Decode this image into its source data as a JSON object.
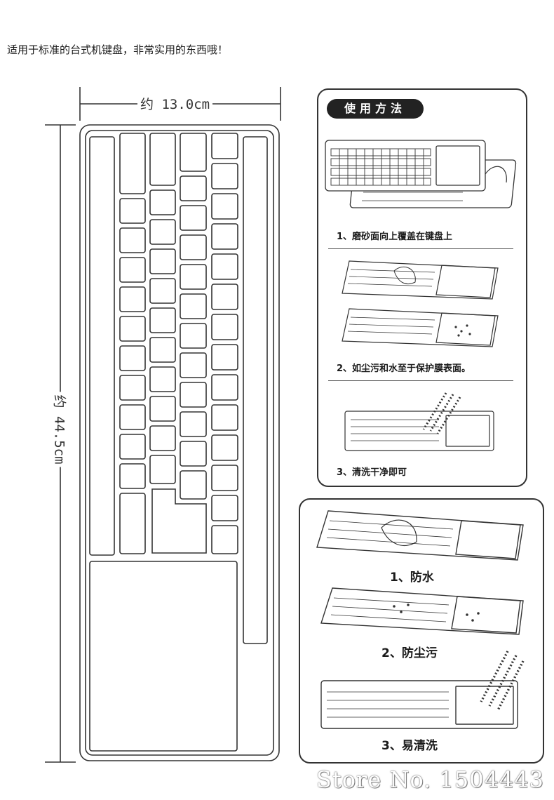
{
  "caption": "适用于标准的台式机键盘，非常实用的东西哦！",
  "dimensions": {
    "width": "约 13.0cm",
    "height": "约 44.5cm"
  },
  "usage": {
    "title": "使用方法",
    "steps": [
      {
        "label": "1、磨砂面向上覆盖在键盘上"
      },
      {
        "label": "2、如尘污和水至于保护膜表面。"
      },
      {
        "label": "3、清洗干净即可"
      }
    ]
  },
  "features": [
    {
      "label": "1、防水"
    },
    {
      "label": "2、防尘污"
    },
    {
      "label": "3、易清洗"
    }
  ],
  "watermark": "Store No. 1504443"
}
